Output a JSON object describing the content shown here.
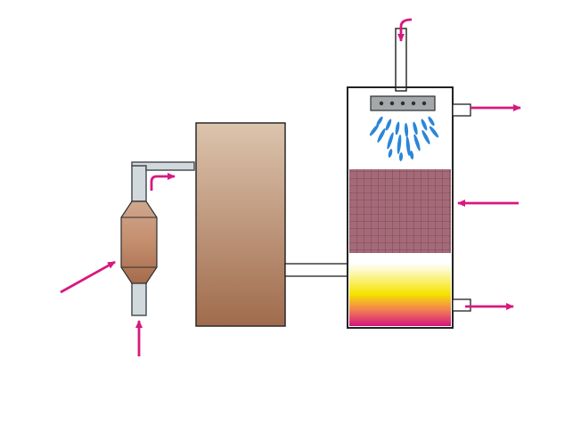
{
  "diagram": {
    "colors": {
      "arrow": "#d6197f",
      "pipe_fill": "#d2d9dc",
      "pipe_stroke": "#4b5156",
      "tower_wall": "#1f1f1f",
      "chamber_top": "#dcc4ad",
      "chamber_bottom": "#a06b4c",
      "packing": "#a56a79",
      "packing_grid": "#7e4b57",
      "spray": "#2a86d8",
      "header": "#a4a8ab",
      "heat_top": "#ffffff",
      "heat_mid": "#f6e400",
      "heat_bottom": "#d3157e"
    },
    "components": [
      {
        "id": "cyclone-separator",
        "name": "cyclone-separator"
      },
      {
        "id": "settling-chamber",
        "name": "settling-chamber"
      },
      {
        "id": "scrubber-tower",
        "name": "scrubber-tower"
      }
    ]
  }
}
